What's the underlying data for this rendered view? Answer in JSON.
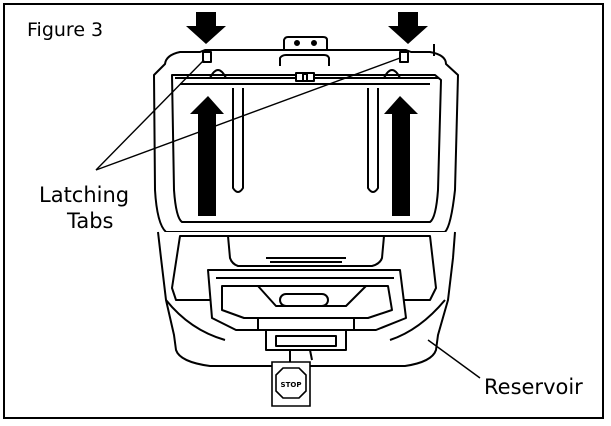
{
  "figure": {
    "label": "Figure 3"
  },
  "callouts": {
    "latching_line1": "Latching",
    "latching_line2": "Tabs",
    "reservoir": "Reservoir"
  },
  "stop_sign": {
    "text": "STOP"
  },
  "colors": {
    "line": "#000000",
    "fill": "#ffffff",
    "arrow": "#000000"
  }
}
